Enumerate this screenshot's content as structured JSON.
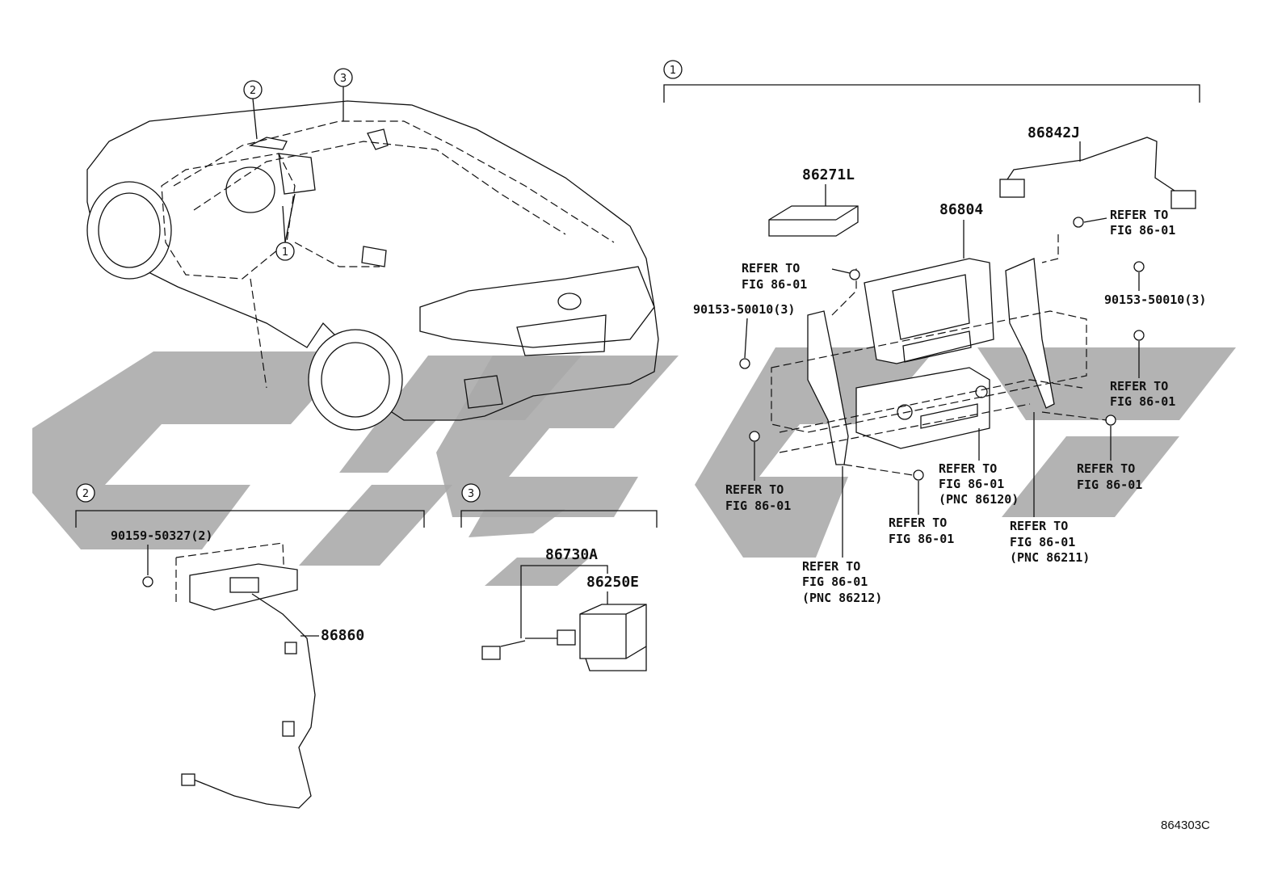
{
  "diagram": {
    "figure_code": "864303C",
    "callouts": [
      "1",
      "2",
      "3"
    ],
    "section1": {
      "callout": "1",
      "parts": {
        "p86842J": "86842J",
        "p86271L": "86271L",
        "p86804": "86804",
        "bolt_left": "90153-50010(3)",
        "bolt_right": "90153-50010(3)"
      },
      "refer_to": "REFER TO",
      "fig": "FIG 86-01",
      "pnc_86120": "(PNC 86120)",
      "pnc_86211": "(PNC 86211)",
      "pnc_86212": "(PNC 86212)"
    },
    "section2": {
      "callout": "2",
      "parts": {
        "screw": "90159-50327(2)",
        "p86860": "86860"
      }
    },
    "section3": {
      "callout": "3",
      "parts": {
        "p86730A": "86730A",
        "p86250E": "86250E"
      }
    }
  }
}
